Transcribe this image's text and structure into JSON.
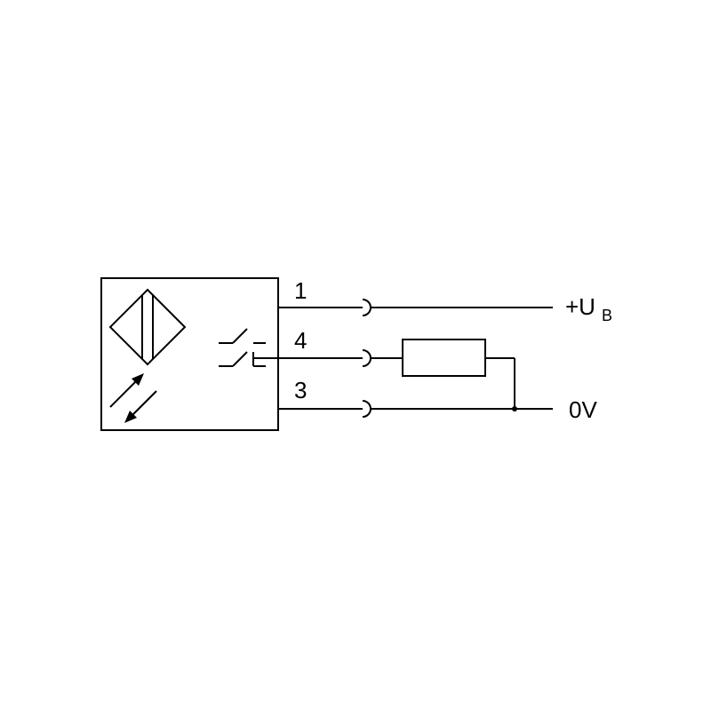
{
  "pins": {
    "pin_1": "1",
    "pin_4": "4",
    "pin_3": "3"
  },
  "supply": {
    "positive_prefix": "+U",
    "positive_subscript": "B",
    "ground": "0V"
  },
  "colors": {
    "line": "#000000",
    "background": "#ffffff"
  }
}
